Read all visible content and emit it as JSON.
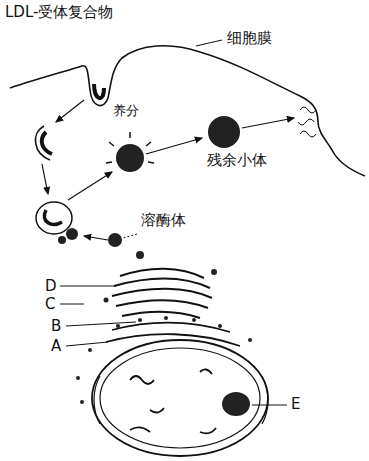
{
  "diagram": {
    "labels": [
      "LDL-受体复合物",
      "细胞膜",
      "养分",
      "残余小体",
      "溶酶体",
      "D",
      "C",
      "B",
      "A",
      "E"
    ]
  }
}
